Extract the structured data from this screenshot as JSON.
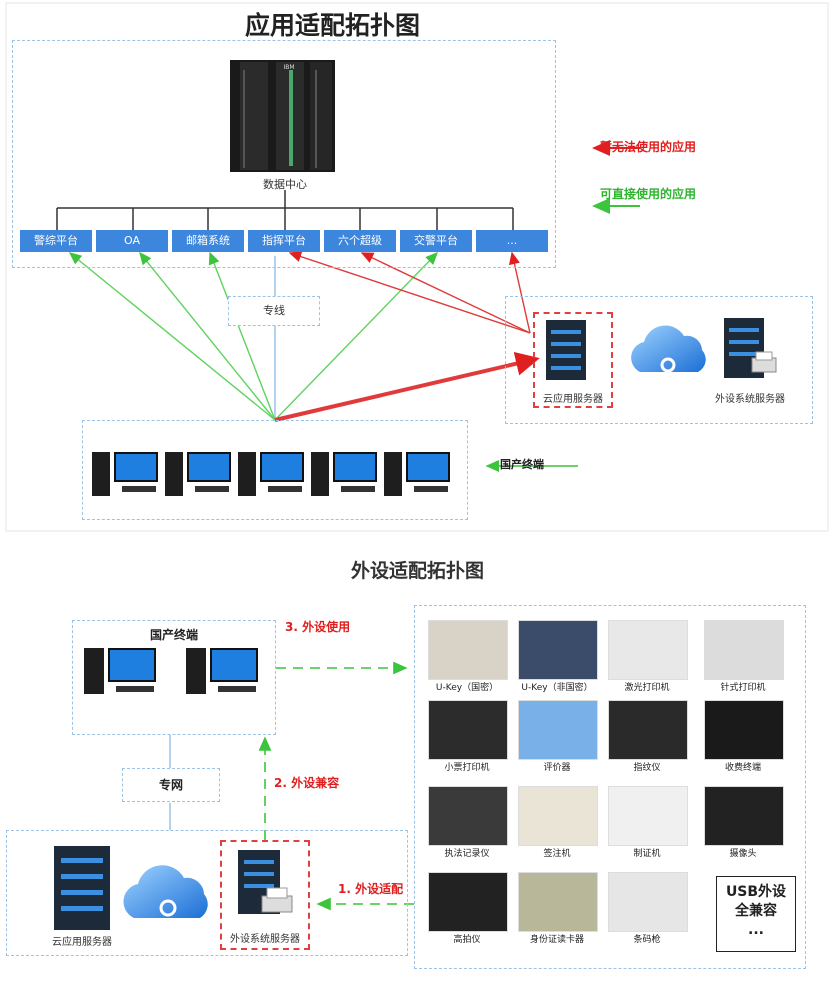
{
  "colors": {
    "app_blue": "#3d86dd",
    "red": "#e02020",
    "green": "#2fb52f",
    "dash_blue": "#9cc3e6"
  },
  "top": {
    "title": "应用适配拓扑图",
    "datacenter_label": "数据中心",
    "rack_text": "IBM",
    "apps": [
      "警综平台",
      "OA",
      "邮箱系统",
      "指挥平台",
      "六个超级",
      "交警平台",
      "..."
    ],
    "legend_red": "暂无法使用的应用",
    "legend_green": "可直接使用的应用",
    "private_line": "专线",
    "cloud_server": "云应用服务器",
    "peripheral_server": "外设系统服务器",
    "domestic_terminal": "国产终端"
  },
  "bottom": {
    "title": "外设适配拓扑图",
    "domestic_terminal": "国产终端",
    "private_net": "专网",
    "step3": "3. 外设使用",
    "step2": "2. 外设兼容",
    "step1": "1. 外设适配",
    "cloud_server": "云应用服务器",
    "peripheral_server": "外设系统服务器",
    "devices": [
      "U-Key（国密）",
      "U-Key（非国密）",
      "激光打印机",
      "针式打印机",
      "小票打印机",
      "评价器",
      "指纹仪",
      "收费终端",
      "执法记录仪",
      "签注机",
      "制证机",
      "摄像头",
      "高拍仪",
      "身份证读卡器",
      "条码枪"
    ],
    "usb_line1": "USB外设",
    "usb_line2": "全兼容",
    "usb_line3": "..."
  }
}
